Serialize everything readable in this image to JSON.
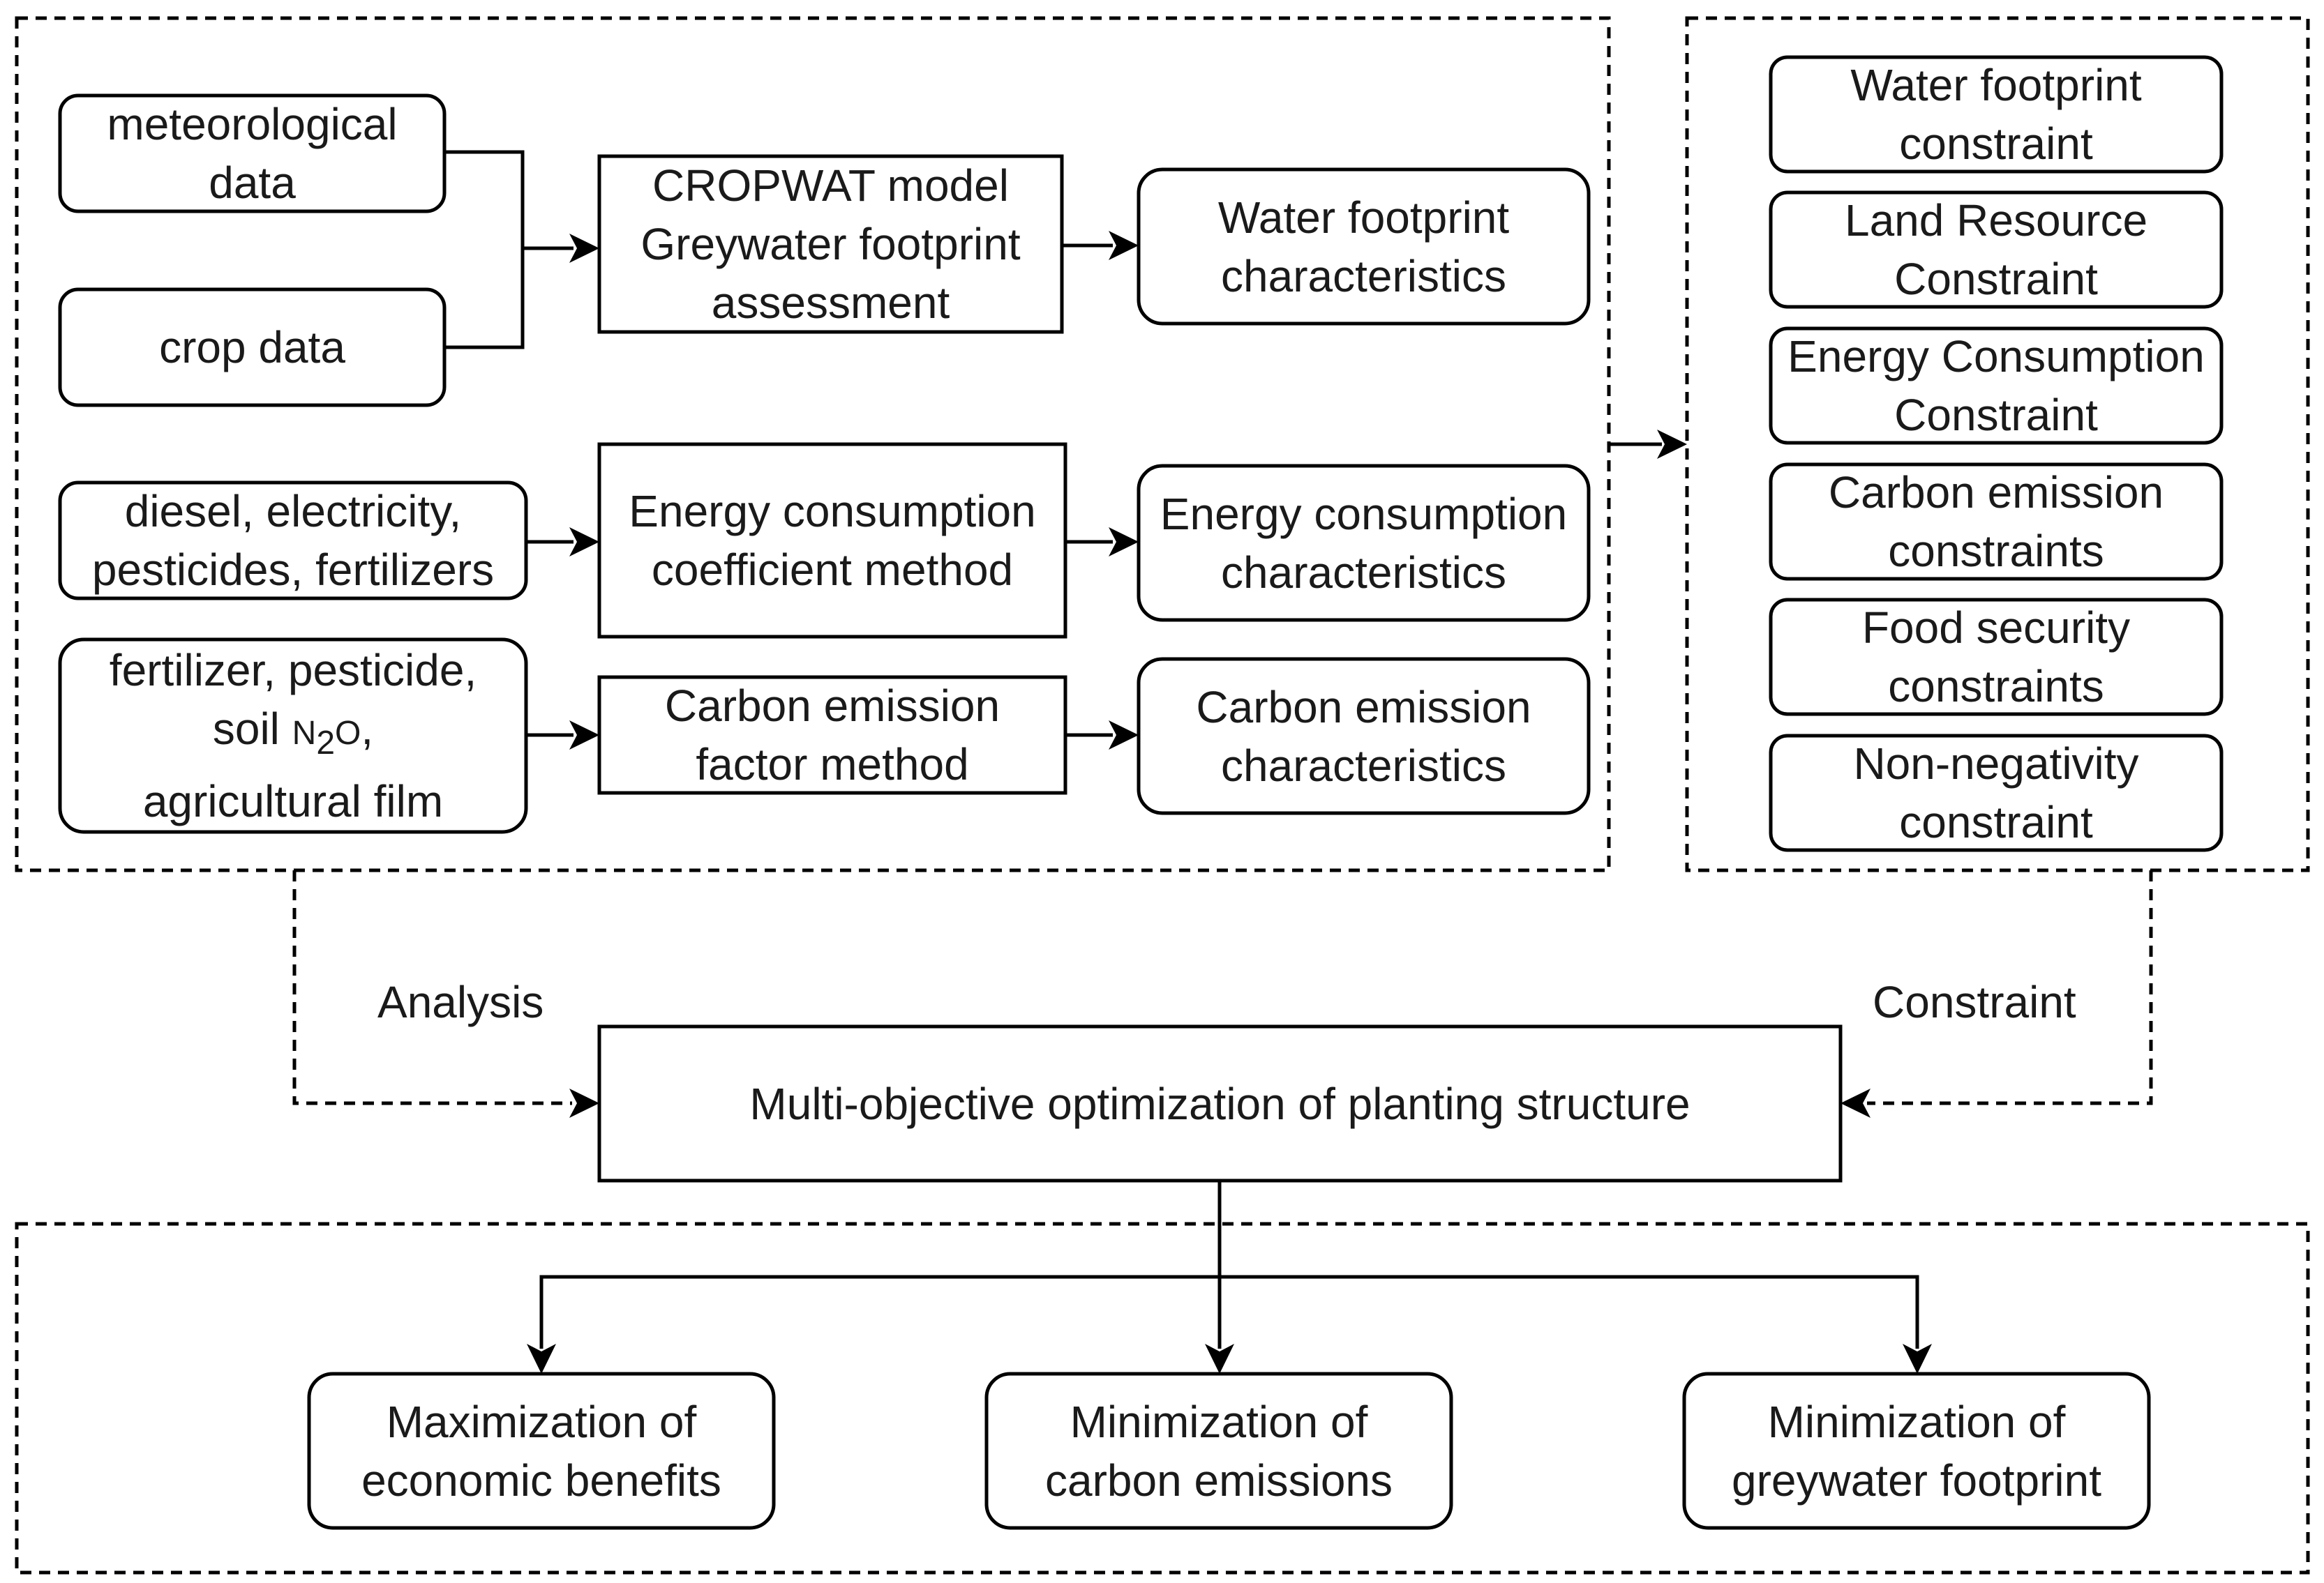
{
  "inputs": {
    "meteorological": [
      "meteorological",
      "data"
    ],
    "crop": [
      "crop data"
    ],
    "energy_inputs": [
      "diesel, electricity,",
      "pesticides, fertilizers"
    ],
    "carbon_inputs": {
      "line1": "fertilizer, pesticide,",
      "line2_prefix": "soil ",
      "n2o_n": "N",
      "n2o_sub": "2",
      "n2o_o": "O",
      "line2_suffix": ",",
      "line3": "agricultural film"
    }
  },
  "methods": {
    "cropwat": [
      "CROPWAT model",
      "Greywater footprint",
      "assessment"
    ],
    "energy": [
      "Energy consumption",
      "coefficient method"
    ],
    "carbon": [
      "Carbon emission",
      "factor method"
    ]
  },
  "characteristics": {
    "water": [
      "Water footprint",
      "characteristics"
    ],
    "energy": [
      "Energy consumption",
      "characteristics"
    ],
    "carbon": [
      "Carbon emission",
      "characteristics"
    ]
  },
  "constraints": [
    [
      "Water footprint",
      "constraint"
    ],
    [
      "Land Resource",
      "Constraint"
    ],
    [
      "Energy Consumption",
      "Constraint"
    ],
    [
      "Carbon emission",
      "constraints"
    ],
    [
      "Food security",
      "constraints"
    ],
    [
      "Non-negativity",
      "constraint"
    ]
  ],
  "labels": {
    "analysis": "Analysis",
    "constraint": "Constraint"
  },
  "center": "Multi-objective optimization of planting structure",
  "objectives": [
    [
      "Maximization of",
      "economic benefits"
    ],
    [
      "Minimization of",
      "carbon emissions"
    ],
    [
      "Minimization of",
      "greywater footprint"
    ]
  ]
}
